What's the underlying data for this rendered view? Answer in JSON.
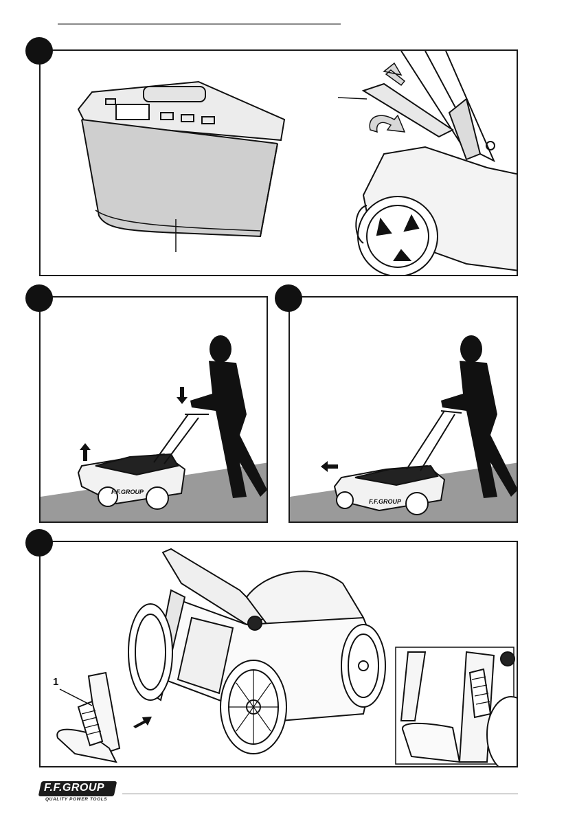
{
  "figures": [
    {
      "id": "fig-1",
      "description_key": "grass-bag"
    },
    {
      "id": "fig-2",
      "description_key": "lift-front"
    },
    {
      "id": "fig-3",
      "description_key": "pull-back"
    },
    {
      "id": "fig-4",
      "description_key": "mulch-plug",
      "callout": "1"
    }
  ],
  "brand": {
    "logo_text": "F.F.GROUP",
    "tagline": "QUALITY POWER TOOLS"
  },
  "colors": {
    "ink": "#111111",
    "rule": "#8a8a8a",
    "bag": "#cfcfcf",
    "grass": "#9a9a9a"
  },
  "icons": [
    "arrow-up-icon",
    "arrow-down-icon",
    "arrow-left-icon",
    "arrow-right-icon",
    "curved-arrow-icon"
  ]
}
